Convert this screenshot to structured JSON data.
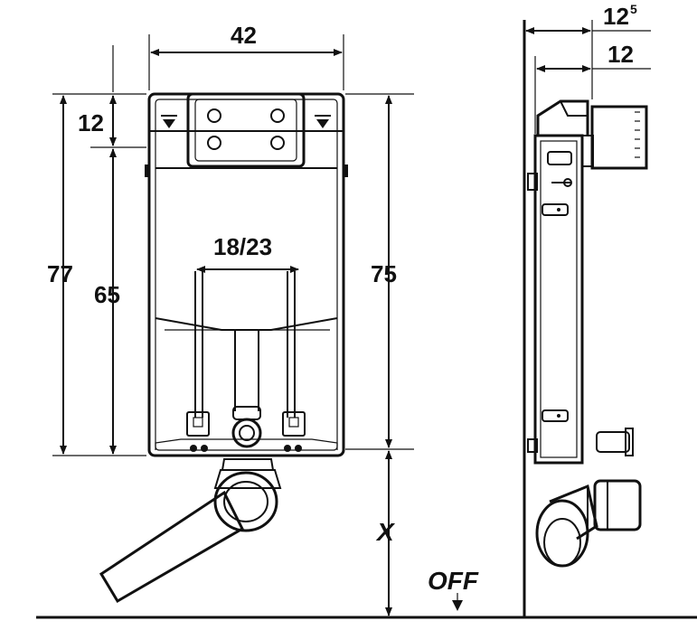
{
  "dimensions": {
    "width_top": "42",
    "upper_section": "12",
    "total_height": "77",
    "lower_height": "65",
    "frame_height": "75",
    "pipe_spacing": "18/23",
    "side_depth_main": "12",
    "side_depth_sup": "5",
    "side_depth_small": "12",
    "floor_offset": "X",
    "floor_label": "OFF"
  }
}
